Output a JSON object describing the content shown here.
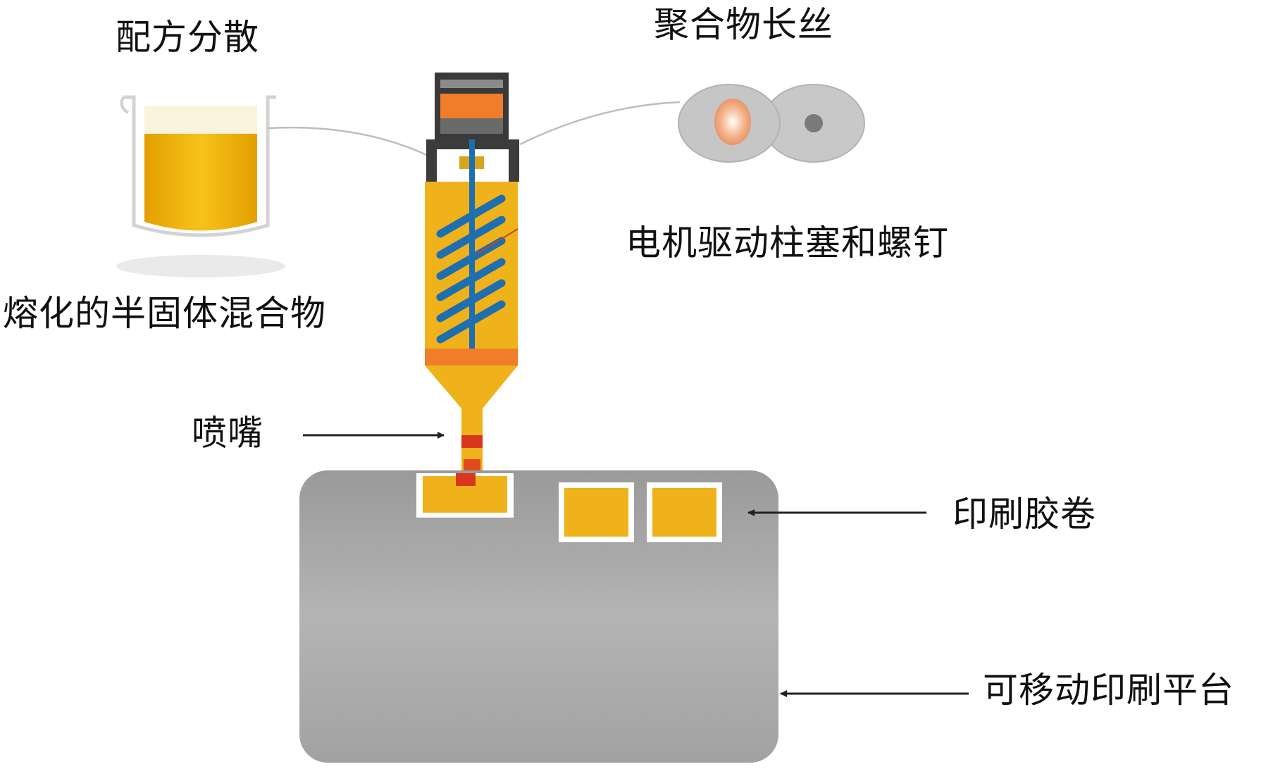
{
  "labels": {
    "formulation_dispersion": "配方分散",
    "polymer_filament": "聚合物长丝",
    "motor_driven_piston_screw": "电机驱动柱塞和螺钉",
    "molten_semisolid_mixture": "熔化的半固体混合物",
    "nozzle": "喷嘴",
    "printed_tablets": "印刷胶卷",
    "movable_build_platform": "可移动印刷平台"
  },
  "colors": {
    "material_yellow": "#f0b21a",
    "accent_orange": "#ef7d2a",
    "nozzle_red": "#d9371d",
    "screw_blue": "#1e6fb0",
    "platform_gray": "#a8a8a8",
    "dark_frame": "#3a3a3a",
    "filament_disc_gray": "#c6c6c6"
  }
}
